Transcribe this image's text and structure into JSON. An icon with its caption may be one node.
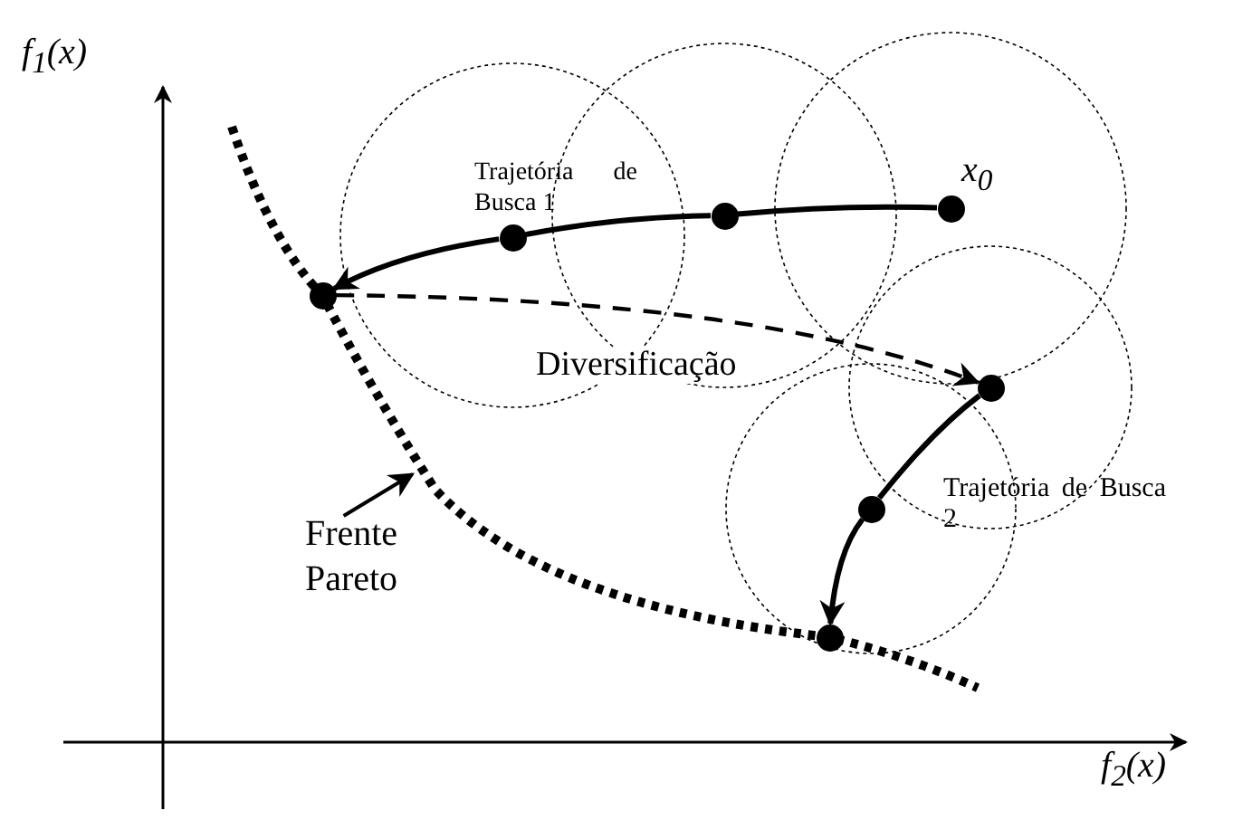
{
  "diagram": {
    "nodes": [
      {
        "text": [],
        "shape": "circle",
        "beside": [
          "x$_{0}$"
        ]
      },
      {
        "text": [],
        "shape": "circle"
      },
      {
        "text": [],
        "shape": "circle"
      },
      {
        "text": [],
        "shape": "circle"
      },
      {
        "text": [],
        "shape": "circle"
      },
      {
        "text": [],
        "shape": "circle"
      },
      {
        "text": [],
        "shape": "circle"
      },
      {
        "text": [
          "Frente Pareto"
        ]
      }
    ],
    "edges": [
      {
        "from": 0,
        "to": 1,
        "arrow": "none"
      },
      {
        "from": 1,
        "to": 2,
        "arrow": "none"
      },
      {
        "from": 2,
        "to": 3,
        "arrow": "to"
      },
      {
        "from": 3,
        "to": 4,
        "arrow": "to",
        "style": "dashed"
      },
      {
        "from": 4,
        "to": 5,
        "arrow": "none"
      },
      {
        "from": 5,
        "to": 6,
        "arrow": "to"
      },
      {
        "from": 7,
        "to": null,
        "arrow": "to"
      }
    ],
    "labels": [
      "f$_{1}$(x)",
      "Trajetória de Busca 1",
      "Diversificação",
      "Trajetória de Busca 2",
      "f$_{2}$(x)"
    ]
  }
}
